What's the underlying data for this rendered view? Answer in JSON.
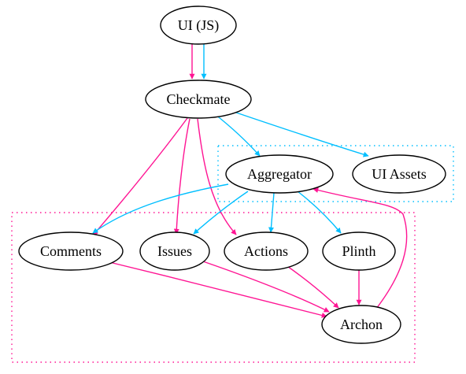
{
  "colors": {
    "pink": "#ff1493",
    "blue": "#00bfff",
    "node_stroke": "#000000",
    "background": "#ffffff"
  },
  "nodes": {
    "ui_js": "UI (JS)",
    "checkmate": "Checkmate",
    "aggregator": "Aggregator",
    "ui_assets": "UI Assets",
    "comments": "Comments",
    "issues": "Issues",
    "actions": "Actions",
    "plinth": "Plinth",
    "archon": "Archon"
  },
  "edges": [
    {
      "from": "ui_js",
      "to": "checkmate",
      "color": "pink"
    },
    {
      "from": "ui_js",
      "to": "checkmate",
      "color": "blue"
    },
    {
      "from": "checkmate",
      "to": "aggregator",
      "color": "blue"
    },
    {
      "from": "checkmate",
      "to": "ui_assets",
      "color": "blue"
    },
    {
      "from": "checkmate",
      "to": "comments",
      "color": "pink"
    },
    {
      "from": "checkmate",
      "to": "issues",
      "color": "pink"
    },
    {
      "from": "checkmate",
      "to": "actions",
      "color": "pink"
    },
    {
      "from": "aggregator",
      "to": "comments",
      "color": "blue"
    },
    {
      "from": "aggregator",
      "to": "issues",
      "color": "blue"
    },
    {
      "from": "aggregator",
      "to": "actions",
      "color": "blue"
    },
    {
      "from": "aggregator",
      "to": "plinth",
      "color": "blue"
    },
    {
      "from": "comments",
      "to": "archon",
      "color": "pink"
    },
    {
      "from": "issues",
      "to": "archon",
      "color": "pink"
    },
    {
      "from": "actions",
      "to": "archon",
      "color": "pink"
    },
    {
      "from": "plinth",
      "to": "archon",
      "color": "pink"
    },
    {
      "from": "archon",
      "to": "aggregator",
      "color": "pink"
    }
  ],
  "clusters": [
    {
      "name": "aggregator-cluster",
      "color": "blue",
      "style": "dotted"
    },
    {
      "name": "backend-cluster",
      "color": "pink",
      "style": "dotted"
    }
  ]
}
